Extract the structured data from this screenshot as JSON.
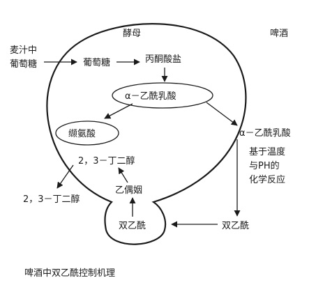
{
  "diagram": {
    "cell_label": "酵母",
    "beer_label": "啤酒",
    "wort_label_line1": "麦汁中",
    "wort_label_line2": "葡萄糖",
    "glucose_inside": "葡萄糖",
    "pyruvate": "丙酮酸盐",
    "acetolactate_inside": "α－乙酰乳酸",
    "valine": "缬氨酸",
    "butanediol_inside": "2，3－丁二醇",
    "acetoin": "乙偶姻",
    "diacetyl_inside": "双乙酰",
    "acetolactate_outside": "α－乙酰乳酸",
    "reaction_line1": "基于温度",
    "reaction_line2": "与PH的",
    "reaction_line3": "化学反应",
    "diacetyl_outside": "双乙酰",
    "butanediol_outside": "2，3－丁二醇",
    "caption": "啤酒中双乙酰控制机理"
  }
}
